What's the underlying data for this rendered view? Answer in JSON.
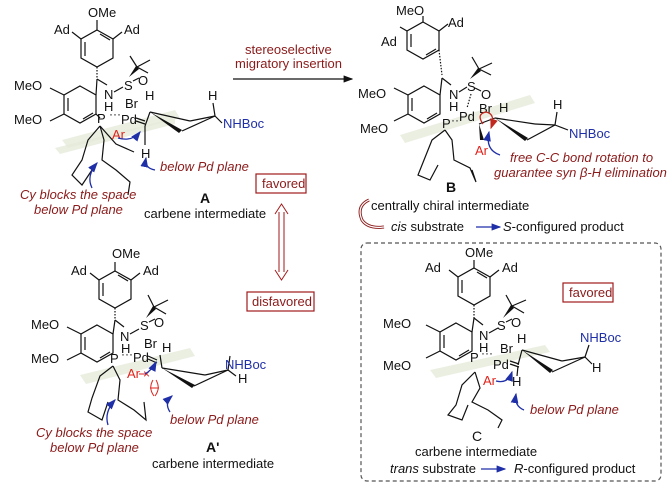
{
  "reaction_arrow": {
    "label_line1": "stereoselective",
    "label_line2": "migratory insertion"
  },
  "equilibrium": {
    "top_badge": "favored",
    "bottom_badge": "disfavored"
  },
  "atoms": {
    "ome": "OMe",
    "meo": "MeO",
    "ad": "Ad",
    "n": "N",
    "h": "H",
    "s": "S",
    "o": "O",
    "p": "P",
    "pd": "Pd",
    "br": "Br",
    "ar": "Ar",
    "nhboc": "NHBoc"
  },
  "structure_A": {
    "label": "A",
    "caption": "carbene intermediate",
    "note_below_plane": "below Pd plane",
    "note_cy_line1": "Cy blocks the space",
    "note_cy_line2": "below Pd plane"
  },
  "structure_A_prime": {
    "label": "A'",
    "caption": "carbene intermediate",
    "note_below_plane": "below Pd plane",
    "note_cy_line1": "Cy blocks the space",
    "note_cy_line2": "below Pd plane"
  },
  "structure_B": {
    "label": "B",
    "caption": "centrally chiral intermediate",
    "note_line1": "free C-C bond rotation to",
    "note_line2": "guarantee syn β-H elimination",
    "outcome_substrate_italic": "cis",
    "outcome_substrate_rest": " substrate",
    "outcome_product_italic": "S",
    "outcome_product_rest": "-configured product"
  },
  "structure_C": {
    "label": "C",
    "caption": "carbene intermediate",
    "badge": "favored",
    "note_below_plane": "below Pd plane",
    "outcome_substrate_italic": "trans",
    "outcome_substrate_rest": " substrate",
    "outcome_product_italic": "R",
    "outcome_product_rest": "-configured product"
  },
  "colors": {
    "note_red": "#8b1a1a",
    "atom_red": "#e0231c",
    "atom_blue": "#1f2fa8",
    "badge_border": "#a11a1a",
    "plane": "#e4ead8"
  }
}
